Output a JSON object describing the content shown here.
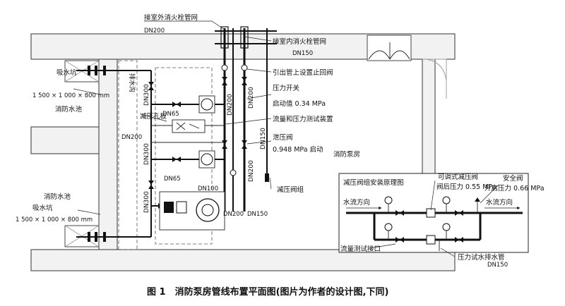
{
  "labels": {
    "outdoor_hydrant_network": "接室外消火栓管网",
    "dn200_top": "DN200",
    "indoor_hydrant_network": "接室内消火栓管网",
    "dn150_top": "DN150",
    "check_valve_note": "引出管上设置止回阀",
    "pressure_switch": "压力开关",
    "start_value": "启动值 0.34 MPa",
    "flow_pressure_test": "流量和压力测试装置",
    "relief_valve": "泄压阀",
    "relief_start": "0.948 MPa 启动",
    "pump_room": "消防泵房",
    "prv_group": "减压阀组",
    "suction_pit_top": "吸水坑",
    "pit_dims_top": "1 500 × 1 000 × 800 mm",
    "fire_pool_top": "消防水池",
    "drain_ditch": "排水沟",
    "dn300_a": "DN300",
    "dn65_a": "DN65",
    "orifice_plate": "减压孔板",
    "dn200_left": "DN200",
    "dn300_b": "DN300",
    "dn65_b": "DN65",
    "dn100": "DN100",
    "dn300_c": "DN300",
    "fire_pool_bottom": "消防水池",
    "suction_pit_bottom": "吸水坑",
    "pit_dims_bottom": "1 500 × 1 000 × 800 mm",
    "dn200_v1": "DN200",
    "dn200_v2": "DN200",
    "dn150_v": "DN150",
    "dn200_v3": "DN200",
    "dn200_bottom": "DN200",
    "dn150_bottom": "DN150",
    "dn150_right": "DN150"
  },
  "inset": {
    "title": "减压阀组安装原理图",
    "adjustable_prv": "可调式减压阀",
    "post_valve_pressure": "阀后压力 0.55 MPa",
    "safety_valve": "安全阀",
    "opening_pressure": "开启压力 0.66 MPa",
    "flow_dir_left": "水流方向",
    "flow_dir_right": "水流方向",
    "flow_test_port": "流量测试接口",
    "pressure_drain": "压力试水排水管"
  },
  "caption": "图 1　消防泵房管线布置平面图(图片为作者的设计图,下同)"
}
